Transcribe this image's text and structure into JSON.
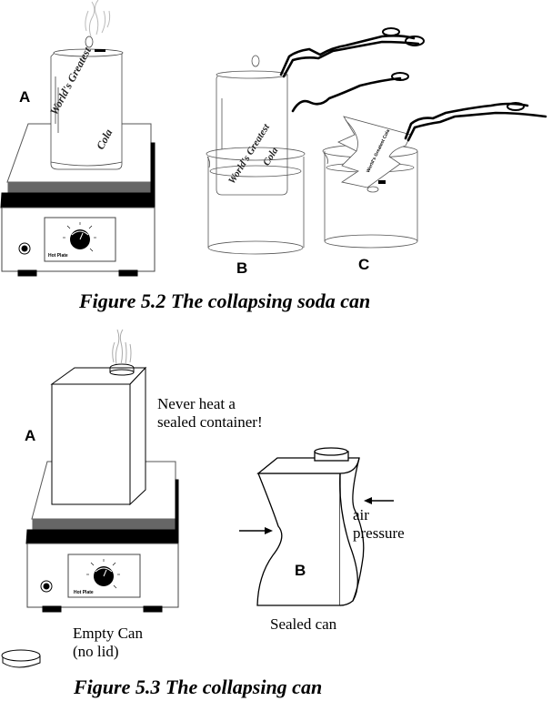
{
  "figure_5_2": {
    "caption": "Figure 5.2  The collapsing soda can",
    "panel_labels": {
      "a": "A",
      "b": "B",
      "c": "C"
    },
    "can_brand_line1": "World's Greatest",
    "can_brand_line2": "Cola",
    "hot_plate_label": "Hot Plate",
    "crushed_can_text": "World's Greatest Cola"
  },
  "figure_5_3": {
    "caption": "Figure 5.3  The collapsing can",
    "panel_labels": {
      "a": "A",
      "b": "B"
    },
    "warning_line1": "Never heat a",
    "warning_line2": "sealed container!",
    "empty_can_line1": "Empty Can",
    "empty_can_line2": "(no lid)",
    "air_pressure_line1": "air",
    "air_pressure_line2": "pressure",
    "sealed_can_label": "Sealed can",
    "hot_plate_label": "Hot Plate"
  },
  "colors": {
    "ink": "#000000",
    "plate_top": "#666666",
    "steam": "#bbbbbb",
    "paper": "#ffffff"
  }
}
